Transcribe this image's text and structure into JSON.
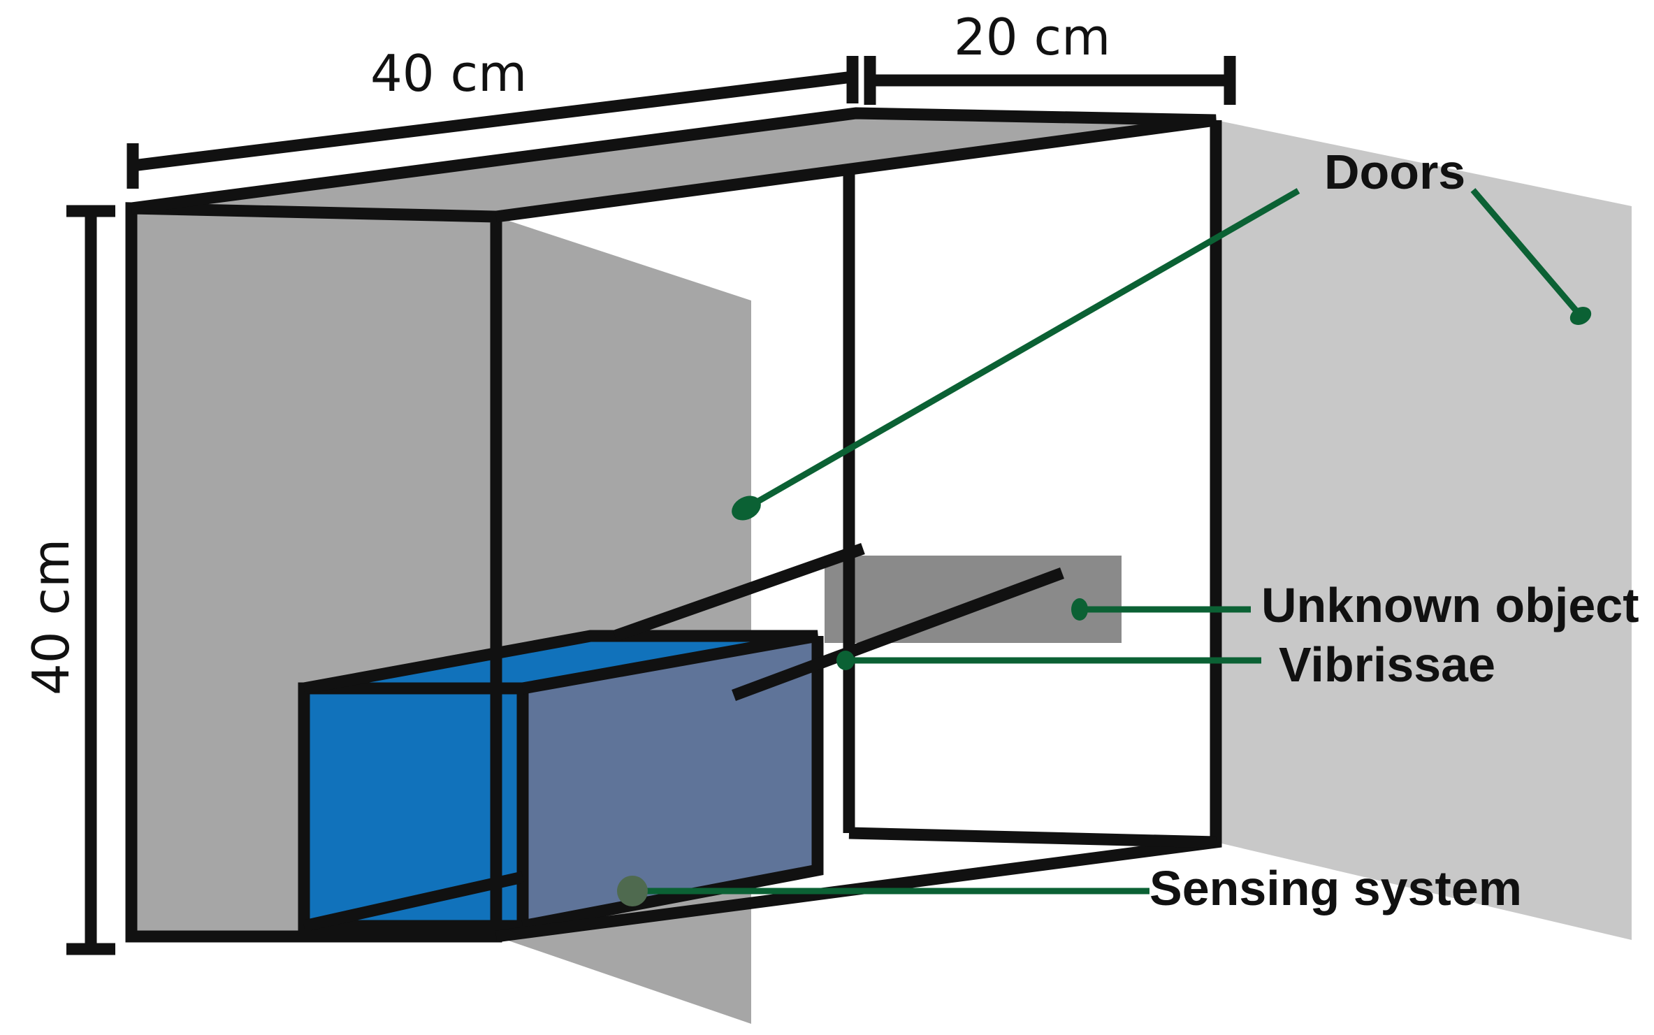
{
  "dimensions": {
    "depth": "40 cm",
    "width": "20 cm",
    "height": "40 cm"
  },
  "labels": {
    "doors": "Doors",
    "unknown_object": "Unknown object",
    "vibrissae": "Vibrissae",
    "sensing_system": "Sensing system"
  },
  "colors": {
    "panel_dark": "#a6a6a6",
    "panel_light": "#c8c8c8",
    "object": "#8a8a8a",
    "sensor_side": "#1172bb",
    "sensor_front": "#5f7499",
    "outline": "#111111",
    "leader": "#0b6134"
  }
}
